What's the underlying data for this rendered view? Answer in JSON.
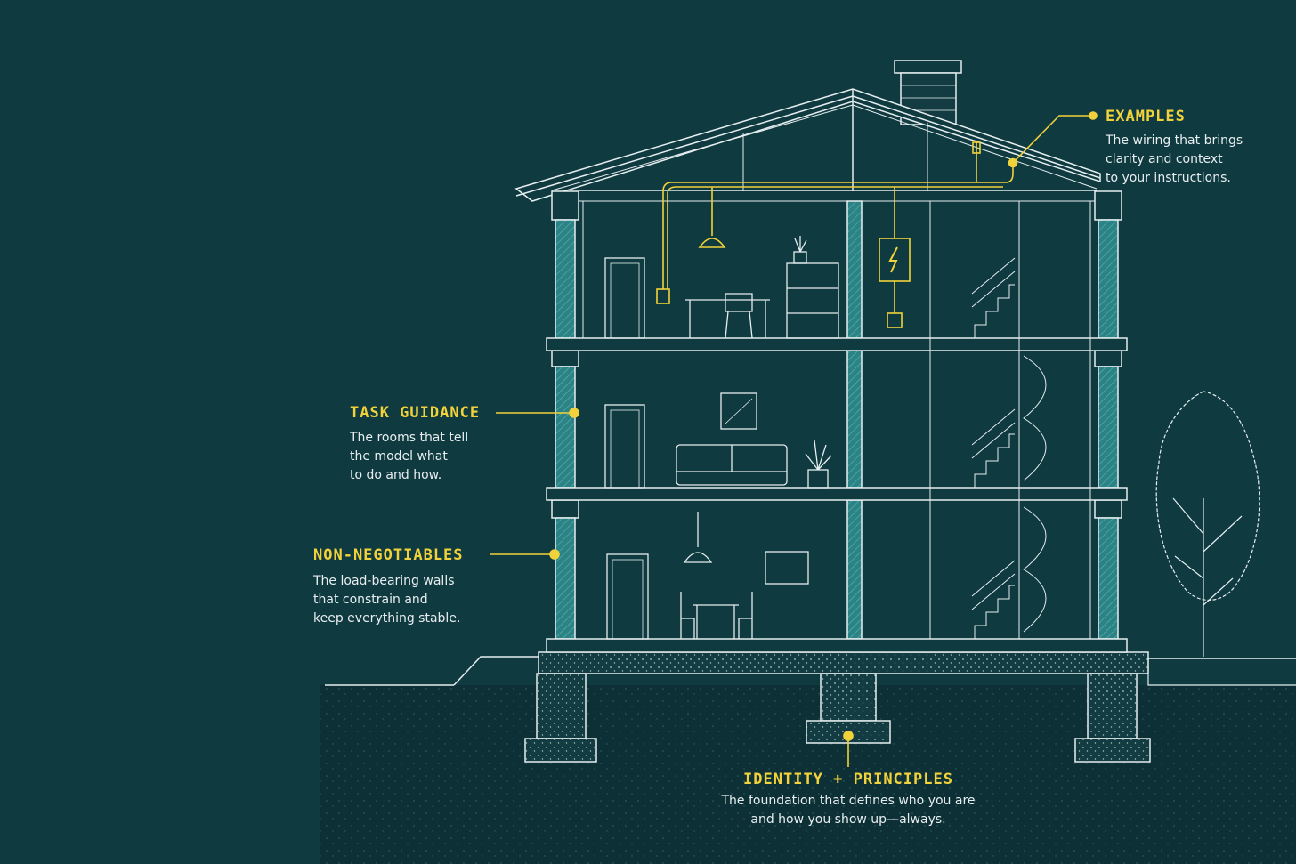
{
  "callouts": {
    "examples": {
      "title": "EXAMPLES",
      "lines": [
        "The wiring that brings",
        "clarity and context",
        "to your instructions."
      ]
    },
    "task_guidance": {
      "title": "TASK GUIDANCE",
      "lines": [
        "The rooms that tell",
        "the model what",
        "to do and how."
      ]
    },
    "non_negotiables": {
      "title": "NON-NEGOTIABLES",
      "lines": [
        "The load-bearing walls",
        "that constrain and",
        "keep everything stable."
      ]
    },
    "identity": {
      "title": "IDENTITY + PRINCIPLES",
      "lines": [
        "The foundation that defines who you are",
        "and how you show up—always."
      ]
    }
  },
  "colors": {
    "background": "#0f3a40",
    "line": "#e6eef0",
    "wall": "#2f8a8a",
    "accent": "#f2d23a",
    "ground": "#0c3035"
  },
  "icons": [
    "lightning-icon",
    "plant-icon",
    "lamp-icon",
    "tree-icon"
  ]
}
